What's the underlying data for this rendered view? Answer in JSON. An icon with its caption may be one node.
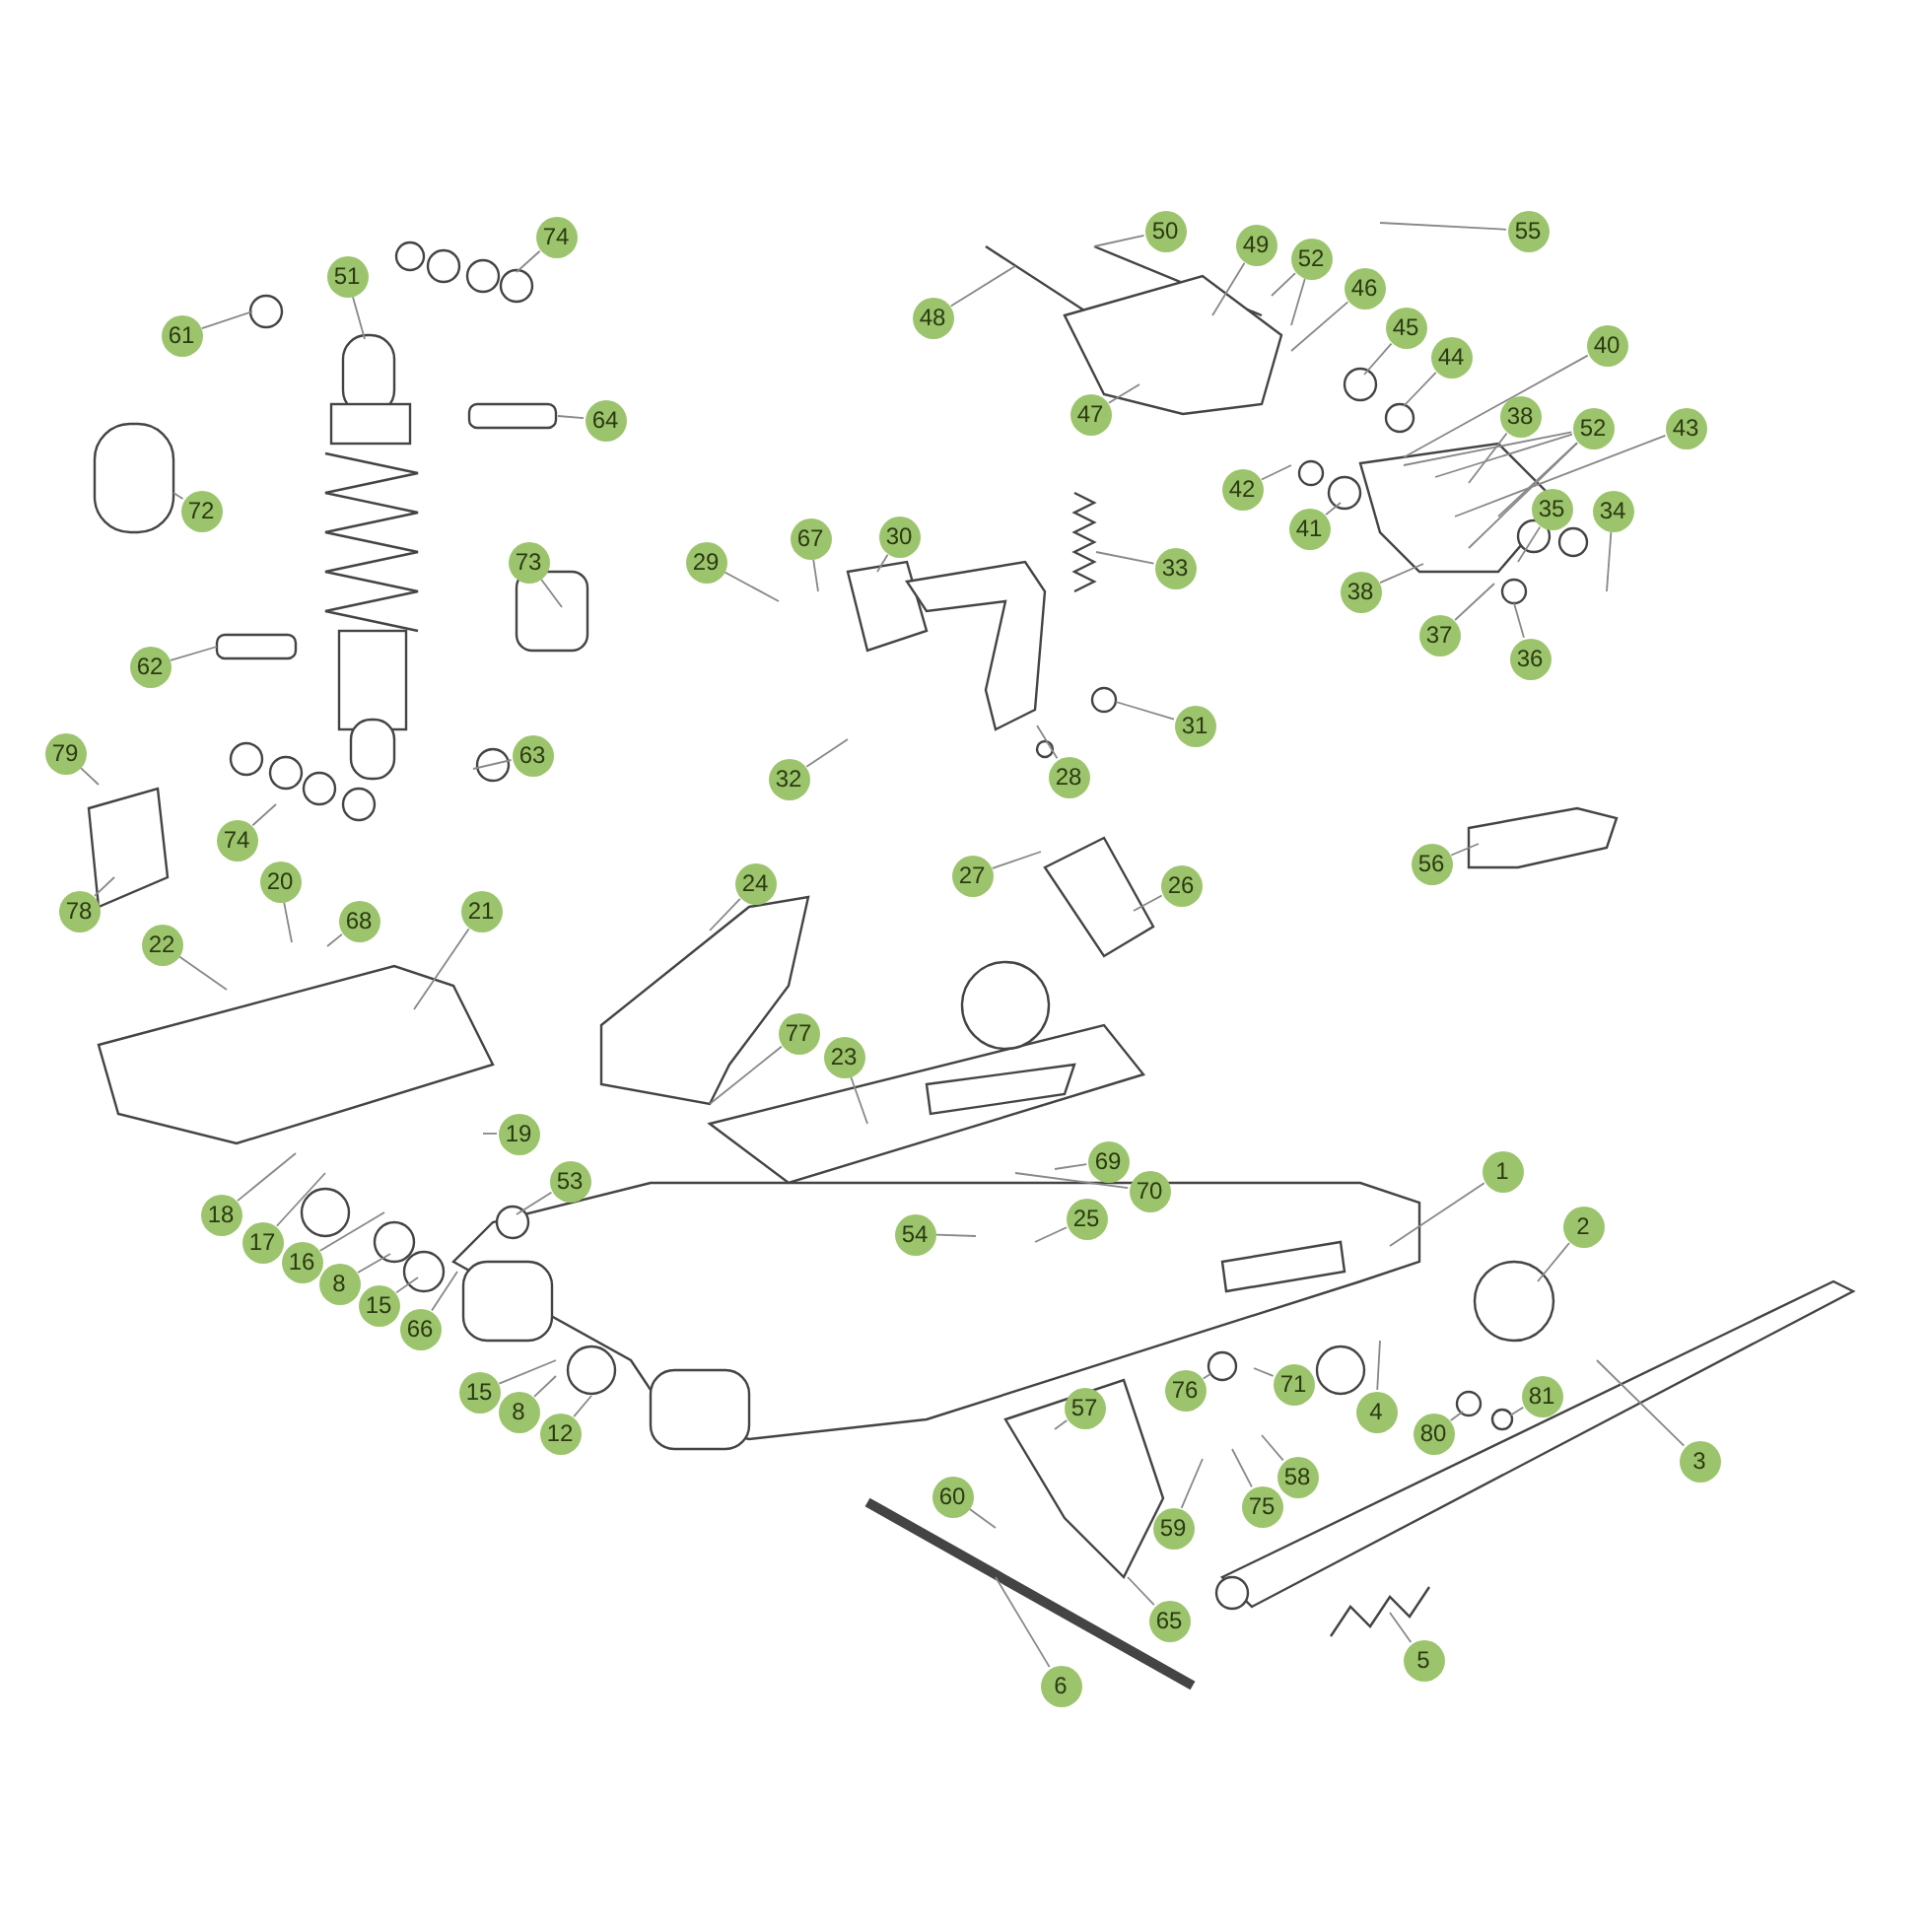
{
  "diagram": {
    "nodes": [
      {
        "text": [
          "55"
        ]
      },
      {
        "text": [
          "50"
        ]
      },
      {
        "text": [
          "74"
        ]
      },
      {
        "text": [
          "49"
        ]
      },
      {
        "text": [
          "52"
        ]
      },
      {
        "text": [
          "51"
        ]
      },
      {
        "text": [
          "46"
        ]
      },
      {
        "text": [
          "48"
        ]
      },
      {
        "text": [
          "45"
        ]
      },
      {
        "text": [
          "61"
        ]
      },
      {
        "text": [
          "40"
        ]
      },
      {
        "text": [
          "44"
        ]
      },
      {
        "text": [
          "47"
        ]
      },
      {
        "text": [
          "64"
        ]
      },
      {
        "text": [
          "38"
        ]
      },
      {
        "text": [
          "52"
        ]
      },
      {
        "text": [
          "43"
        ]
      },
      {
        "text": [
          "42"
        ]
      },
      {
        "text": [
          "35"
        ]
      },
      {
        "text": [
          "34"
        ]
      },
      {
        "text": [
          "72"
        ]
      },
      {
        "text": [
          "41"
        ]
      },
      {
        "text": [
          "30"
        ]
      },
      {
        "text": [
          "67"
        ]
      },
      {
        "text": [
          "73"
        ]
      },
      {
        "text": [
          "29"
        ]
      },
      {
        "text": [
          "33"
        ]
      },
      {
        "text": [
          "38"
        ]
      },
      {
        "text": [
          "37"
        ]
      },
      {
        "text": [
          "36"
        ]
      },
      {
        "text": [
          "62"
        ]
      },
      {
        "text": [
          "31"
        ]
      },
      {
        "text": [
          "79"
        ]
      },
      {
        "text": [
          "63"
        ]
      },
      {
        "text": [
          "28"
        ]
      },
      {
        "text": [
          "32"
        ]
      },
      {
        "text": [
          "74"
        ]
      },
      {
        "text": [
          "56"
        ]
      },
      {
        "text": [
          "27"
        ]
      },
      {
        "text": [
          "20"
        ]
      },
      {
        "text": [
          "24"
        ]
      },
      {
        "text": [
          "26"
        ]
      },
      {
        "text": [
          "78"
        ]
      },
      {
        "text": [
          "21"
        ]
      },
      {
        "text": [
          "68"
        ]
      },
      {
        "text": [
          "22"
        ]
      },
      {
        "text": [
          "77"
        ]
      },
      {
        "text": [
          "23"
        ]
      },
      {
        "text": [
          "19"
        ]
      },
      {
        "text": [
          "69"
        ]
      },
      {
        "text": [
          "1"
        ]
      },
      {
        "text": [
          "53"
        ]
      },
      {
        "text": [
          "70"
        ]
      },
      {
        "text": [
          "18"
        ]
      },
      {
        "text": [
          "25"
        ]
      },
      {
        "text": [
          "2"
        ]
      },
      {
        "text": [
          "54"
        ]
      },
      {
        "text": [
          "17"
        ]
      },
      {
        "text": [
          "16"
        ]
      },
      {
        "text": [
          "8"
        ]
      },
      {
        "text": [
          "15"
        ]
      },
      {
        "text": [
          "66"
        ]
      },
      {
        "text": [
          "71"
        ]
      },
      {
        "text": [
          "76"
        ]
      },
      {
        "text": [
          "81"
        ]
      },
      {
        "text": [
          "57"
        ]
      },
      {
        "text": [
          "4"
        ]
      },
      {
        "text": [
          "15"
        ]
      },
      {
        "text": [
          "80"
        ]
      },
      {
        "text": [
          "12"
        ]
      },
      {
        "text": [
          "8"
        ]
      },
      {
        "text": [
          "3"
        ]
      },
      {
        "text": [
          "58"
        ]
      },
      {
        "text": [
          "60"
        ]
      },
      {
        "text": [
          "75"
        ]
      },
      {
        "text": [
          "59"
        ]
      },
      {
        "text": [
          "65"
        ]
      },
      {
        "text": [
          "5"
        ]
      },
      {
        "text": [
          "6"
        ]
      }
    ],
    "edges": [
      {
        "from": 0,
        "to": null,
        "arrow": "none"
      },
      {
        "from": 1,
        "to": null,
        "arrow": "none"
      },
      {
        "from": 2,
        "to": null,
        "arrow": "none"
      },
      {
        "from": 3,
        "to": null,
        "arrow": "none"
      },
      {
        "from": 4,
        "to": null,
        "arrow": "none"
      },
      {
        "from": 4,
        "to": null,
        "arrow": "none"
      },
      {
        "from": 5,
        "to": null,
        "arrow": "none"
      },
      {
        "from": 6,
        "to": null,
        "arrow": "none"
      },
      {
        "from": 7,
        "to": null,
        "arrow": "none"
      },
      {
        "from": 8,
        "to": null,
        "arrow": "none"
      },
      {
        "from": 9,
        "to": null,
        "arrow": "none"
      },
      {
        "from": 10,
        "to": null,
        "arrow": "none"
      },
      {
        "from": 11,
        "to": null,
        "arrow": "none"
      },
      {
        "from": 12,
        "to": null,
        "arrow": "none"
      },
      {
        "from": 13,
        "to": null,
        "arrow": "none"
      },
      {
        "from": 14,
        "to": null,
        "arrow": "none"
      },
      {
        "from": 15,
        "to": null,
        "arrow": "none"
      },
      {
        "from": 15,
        "to": null,
        "arrow": "none"
      },
      {
        "from": 15,
        "to": null,
        "arrow": "none"
      },
      {
        "from": 15,
        "to": null,
        "arrow": "none"
      },
      {
        "from": 16,
        "to": null,
        "arrow": "none"
      },
      {
        "from": 17,
        "to": null,
        "arrow": "none"
      },
      {
        "from": 18,
        "to": null,
        "arrow": "none"
      },
      {
        "from": 19,
        "to": null,
        "arrow": "none"
      },
      {
        "from": 20,
        "to": null,
        "arrow": "none"
      },
      {
        "from": 21,
        "to": null,
        "arrow": "none"
      },
      {
        "from": 22,
        "to": null,
        "arrow": "none"
      },
      {
        "from": 23,
        "to": null,
        "arrow": "none"
      },
      {
        "from": 24,
        "to": null,
        "arrow": "none"
      },
      {
        "from": 25,
        "to": null,
        "arrow": "none"
      },
      {
        "from": 26,
        "to": null,
        "arrow": "none"
      },
      {
        "from": 27,
        "to": null,
        "arrow": "none"
      },
      {
        "from": 28,
        "to": null,
        "arrow": "none"
      },
      {
        "from": 29,
        "to": null,
        "arrow": "none"
      },
      {
        "from": 30,
        "to": null,
        "arrow": "none"
      },
      {
        "from": 31,
        "to": null,
        "arrow": "none"
      },
      {
        "from": 32,
        "to": null,
        "arrow": "none"
      },
      {
        "from": 33,
        "to": null,
        "arrow": "none"
      },
      {
        "from": 34,
        "to": null,
        "arrow": "none"
      },
      {
        "from": 35,
        "to": null,
        "arrow": "none"
      },
      {
        "from": 36,
        "to": null,
        "arrow": "none"
      },
      {
        "from": 37,
        "to": null,
        "arrow": "none"
      },
      {
        "from": 38,
        "to": null,
        "arrow": "none"
      },
      {
        "from": 39,
        "to": null,
        "arrow": "none"
      },
      {
        "from": 40,
        "to": null,
        "arrow": "none"
      },
      {
        "from": 41,
        "to": null,
        "arrow": "none"
      },
      {
        "from": 42,
        "to": null,
        "arrow": "none"
      },
      {
        "from": 43,
        "to": null,
        "arrow": "none"
      },
      {
        "from": 44,
        "to": null,
        "arrow": "none"
      },
      {
        "from": 45,
        "to": null,
        "arrow": "none"
      },
      {
        "from": 46,
        "to": null,
        "arrow": "none"
      },
      {
        "from": 47,
        "to": null,
        "arrow": "none"
      },
      {
        "from": 48,
        "to": null,
        "arrow": "none"
      },
      {
        "from": 49,
        "to": null,
        "arrow": "none"
      },
      {
        "from": 50,
        "to": null,
        "arrow": "none"
      },
      {
        "from": 51,
        "to": null,
        "arrow": "none"
      },
      {
        "from": 52,
        "to": null,
        "arrow": "none"
      },
      {
        "from": 53,
        "to": null,
        "arrow": "none"
      },
      {
        "from": 54,
        "to": null,
        "arrow": "none"
      },
      {
        "from": 55,
        "to": null,
        "arrow": "none"
      },
      {
        "from": 56,
        "to": null,
        "arrow": "none"
      },
      {
        "from": 57,
        "to": null,
        "arrow": "none"
      },
      {
        "from": 58,
        "to": null,
        "arrow": "none"
      },
      {
        "from": 59,
        "to": null,
        "arrow": "none"
      },
      {
        "from": 60,
        "to": null,
        "arrow": "none"
      },
      {
        "from": 61,
        "to": null,
        "arrow": "none"
      },
      {
        "from": 62,
        "to": null,
        "arrow": "none"
      },
      {
        "from": 63,
        "to": null,
        "arrow": "none"
      },
      {
        "from": 64,
        "to": null,
        "arrow": "none"
      },
      {
        "from": 65,
        "to": null,
        "arrow": "none"
      },
      {
        "from": 66,
        "to": null,
        "arrow": "none"
      },
      {
        "from": 67,
        "to": null,
        "arrow": "none"
      },
      {
        "from": 68,
        "to": null,
        "arrow": "none"
      },
      {
        "from": 69,
        "to": null,
        "arrow": "none"
      },
      {
        "from": 70,
        "to": null,
        "arrow": "none"
      },
      {
        "from": 71,
        "to": null,
        "arrow": "none"
      },
      {
        "from": 72,
        "to": null,
        "arrow": "none"
      },
      {
        "from": 73,
        "to": null,
        "arrow": "none"
      },
      {
        "from": 74,
        "to": null,
        "arrow": "none"
      },
      {
        "from": 75,
        "to": null,
        "arrow": "none"
      },
      {
        "from": 76,
        "to": null,
        "arrow": "none"
      },
      {
        "from": 77,
        "to": null,
        "arrow": "none"
      },
      {
        "from": 78,
        "to": null,
        "arrow": "none"
      }
    ]
  }
}
